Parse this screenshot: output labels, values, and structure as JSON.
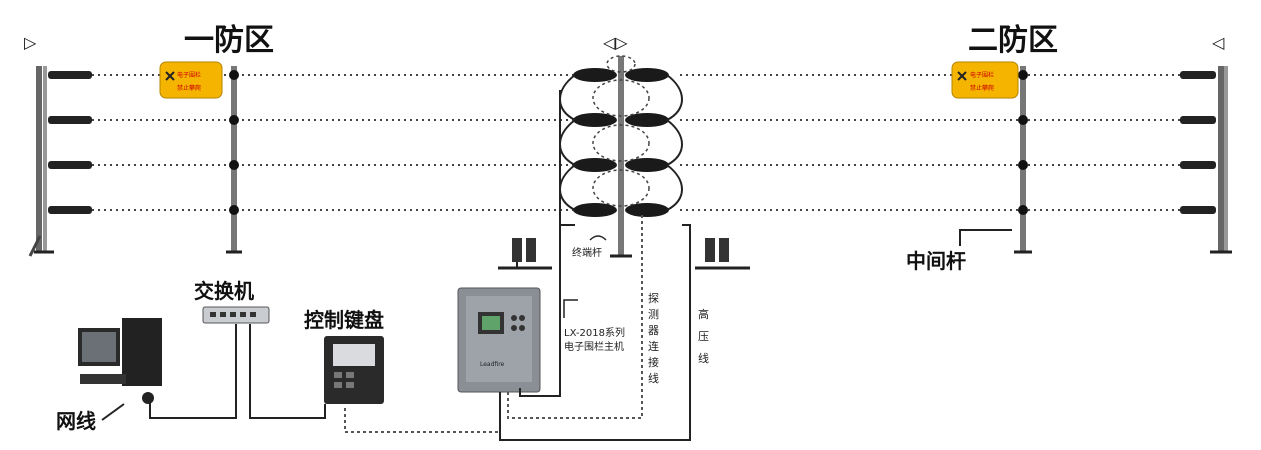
{
  "zones": {
    "zone1": "一防区",
    "zone2": "二防区"
  },
  "markers": {
    "left": "▷",
    "center": "◁▷",
    "right": "◁"
  },
  "labels": {
    "switch": "交换机",
    "keyboard": "控制键盘",
    "network_cable": "网线",
    "middle_pole": "中间杆",
    "line_pole": "终端杆",
    "host": [
      "LX-2018系列",
      "电子围栏主机"
    ],
    "detector_line": [
      "探",
      "测",
      "器",
      "连",
      "接",
      "线"
    ],
    "hv_line": [
      "高",
      "压",
      "线"
    ],
    "host_brand": "Leadfire"
  },
  "warning_sign": {
    "line1": "电子围栏",
    "line2": "禁止攀爬"
  },
  "colors": {
    "wire": "#333333",
    "post": "#555555",
    "sign": "#f5b400",
    "host": "#8a8f96"
  }
}
